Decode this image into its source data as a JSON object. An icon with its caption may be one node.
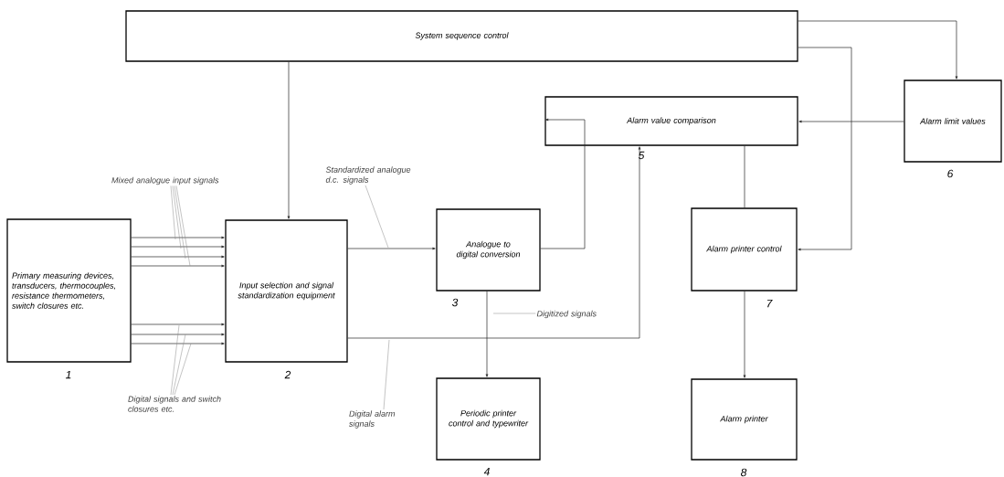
{
  "diagram": {
    "nodes": [
      {
        "text": [
          "System sequence control"
        ]
      },
      {
        "text": [
          "Alarm value comparison"
        ],
        "beside": [
          "5"
        ]
      },
      {
        "text": [
          "Alarm limit values"
        ],
        "beside": [
          "6"
        ]
      },
      {
        "text": [
          "Primary measuring devices, transducers, thermocouples, resistance thermometers, switch closures etc."
        ],
        "beside": [
          "1"
        ]
      },
      {
        "text": [
          "Input selection and signal standardization equipment"
        ],
        "beside": [
          "2"
        ]
      },
      {
        "text": [
          "Analogue to digital conversion"
        ],
        "beside": [
          "3"
        ]
      },
      {
        "text": [
          "Periodic printer control and typewriter"
        ],
        "beside": [
          "4"
        ]
      },
      {
        "text": [
          "Alarm printer control"
        ],
        "beside": [
          "7"
        ]
      },
      {
        "text": [
          "Alarm printer"
        ],
        "beside": [
          "8"
        ]
      },
      {
        "text": [
          "Mixed analogue input signals"
        ]
      },
      {
        "text": [
          "Digital signals and switch closures etc."
        ]
      },
      {
        "text": [
          "Standardized analogue d.c. signals"
        ]
      },
      {
        "text": [
          "Digitized signals"
        ]
      },
      {
        "text": [
          "Digital alarm signals"
        ]
      }
    ],
    "edges": [
      {
        "from": 0,
        "to": 4,
        "arrow": "to"
      },
      {
        "from": 0,
        "to": 2,
        "arrow": "to"
      },
      {
        "from": 0,
        "to": 7,
        "arrow": "to"
      },
      {
        "from": 3,
        "to": 4,
        "arrow": "to"
      },
      {
        "from": 3,
        "to": 4,
        "arrow": "to"
      },
      {
        "from": 3,
        "to": 4,
        "arrow": "to"
      },
      {
        "from": 3,
        "to": 4,
        "arrow": "to"
      },
      {
        "from": 3,
        "to": 4,
        "arrow": "to"
      },
      {
        "from": 3,
        "to": 4,
        "arrow": "to"
      },
      {
        "from": 3,
        "to": 4,
        "arrow": "to"
      },
      {
        "from": 4,
        "to": 5,
        "arrow": "to"
      },
      {
        "from": 5,
        "to": 1,
        "arrow": "to"
      },
      {
        "from": 4,
        "to": 1,
        "arrow": "to"
      },
      {
        "from": 5,
        "to": 6,
        "arrow": "to"
      },
      {
        "from": 2,
        "to": 1,
        "arrow": "to"
      },
      {
        "from": 1,
        "to": 7,
        "arrow": "none"
      },
      {
        "from": 7,
        "to": 8,
        "arrow": "to"
      },
      {
        "from": 9,
        "to": null,
        "arrow": "none",
        "color": "#888888"
      },
      {
        "from": 9,
        "to": null,
        "arrow": "none",
        "color": "#888888"
      },
      {
        "from": 9,
        "to": null,
        "arrow": "none",
        "color": "#888888"
      },
      {
        "from": 9,
        "to": null,
        "arrow": "none",
        "color": "#888888"
      },
      {
        "from": 10,
        "to": null,
        "arrow": "none",
        "color": "#888888"
      },
      {
        "from": 10,
        "to": null,
        "arrow": "none",
        "color": "#888888"
      },
      {
        "from": 10,
        "to": null,
        "arrow": "none",
        "color": "#888888"
      },
      {
        "from": 11,
        "to": null,
        "arrow": "none",
        "color": "#888888"
      },
      {
        "from": 12,
        "to": null,
        "arrow": "none",
        "color": "#888888"
      },
      {
        "from": 13,
        "to": null,
        "arrow": "none",
        "color": "#888888"
      }
    ]
  }
}
